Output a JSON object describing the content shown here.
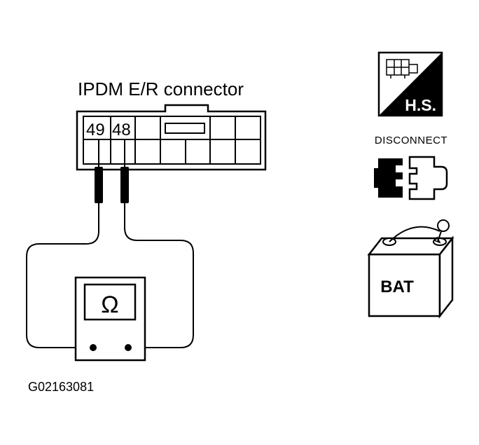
{
  "connector": {
    "title": "IPDM E/R connector",
    "pin_left": "49",
    "pin_right": "48"
  },
  "meter": {
    "symbol": "Ω"
  },
  "figure_id": "G02163081",
  "icons": {
    "hs": {
      "label": "H.S.",
      "icon_name": "harness-side-icon"
    },
    "disconnect": {
      "label": "DISCONNECT",
      "icon_name": "disconnect-connector-icon"
    },
    "battery": {
      "label": "BAT",
      "icon_name": "battery-icon"
    }
  }
}
